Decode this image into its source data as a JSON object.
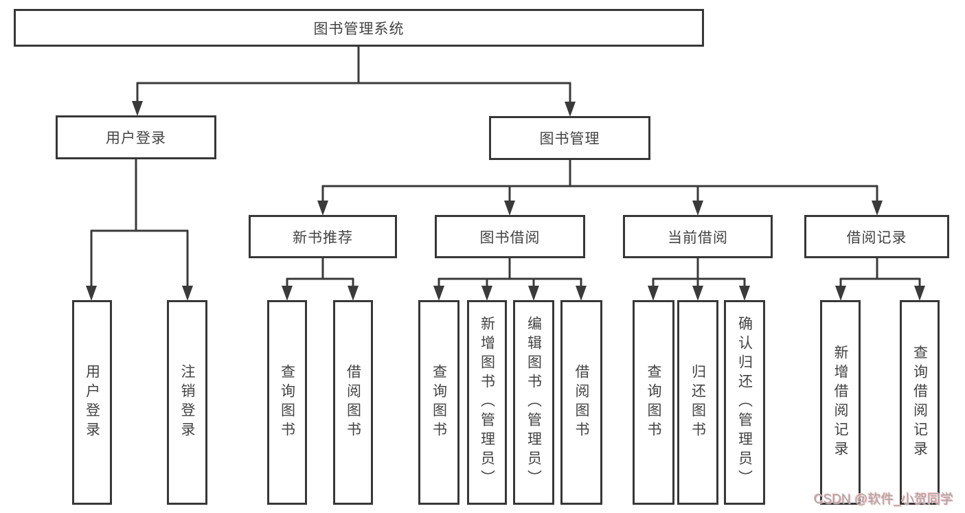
{
  "colors": {
    "line": "#3a3a3a",
    "box_border": "#373737",
    "text": "#434343",
    "watermark_gray": "#a6a6a6",
    "watermark_pink": "#f5bcc0"
  },
  "root": {
    "label": "图书管理系统"
  },
  "level2": {
    "user_login": {
      "label": "用户登录"
    },
    "book_management": {
      "label": "图书管理"
    }
  },
  "level3": {
    "new_book": {
      "label": "新书推荐"
    },
    "book_borrow": {
      "label": "图书借阅"
    },
    "current_borrow": {
      "label": "当前借阅"
    },
    "borrow_records": {
      "label": "借阅记录"
    }
  },
  "leaves": {
    "user_login": {
      "label": "用户登录"
    },
    "logout": {
      "label": "注销登录"
    },
    "nb_query": {
      "label": "查询图书"
    },
    "nb_borrow": {
      "label": "借阅图书"
    },
    "bb_query": {
      "label": "查询图书"
    },
    "bb_add": {
      "label": "新增图书（管理员）"
    },
    "bb_edit": {
      "label": "编辑图书（管理员）"
    },
    "bb_borrow": {
      "label": "借阅图书"
    },
    "cb_query": {
      "label": "查询图书"
    },
    "cb_return": {
      "label": "归还图书"
    },
    "cb_confirm": {
      "label": "确认归还（管理员）"
    },
    "br_add": {
      "label": "新增借阅记录"
    },
    "br_query": {
      "label": "查询借阅记录"
    }
  },
  "watermark": {
    "text": "CSDN @软件_小贺同学"
  }
}
